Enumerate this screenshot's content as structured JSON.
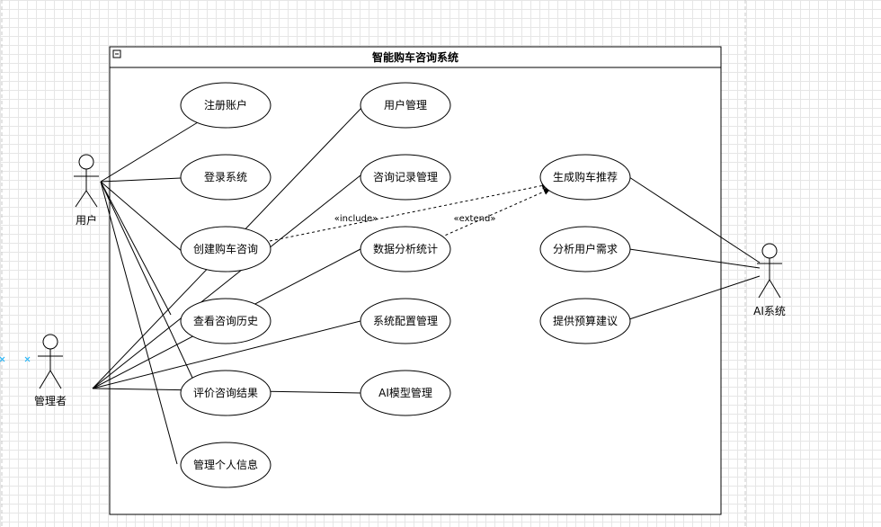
{
  "system": {
    "title": "智能购车咨询系统"
  },
  "actors": {
    "user": "用户",
    "admin": "管理者",
    "ai": "AI系统"
  },
  "use_cases": {
    "register": "注册账户",
    "login": "登录系统",
    "create": "创建购车咨询",
    "history": "查看咨询历史",
    "evaluate": "评价咨询结果",
    "profile": "管理个人信息",
    "user_mgmt": "用户管理",
    "record_mgmt": "咨询记录管理",
    "analytics": "数据分析统计",
    "config": "系统配置管理",
    "ai_model": "AI模型管理",
    "recommend": "生成购车推荐",
    "analyze": "分析用户需求",
    "budget": "提供预算建议"
  },
  "relations": {
    "include": "«include»",
    "extend": "«extend»"
  }
}
